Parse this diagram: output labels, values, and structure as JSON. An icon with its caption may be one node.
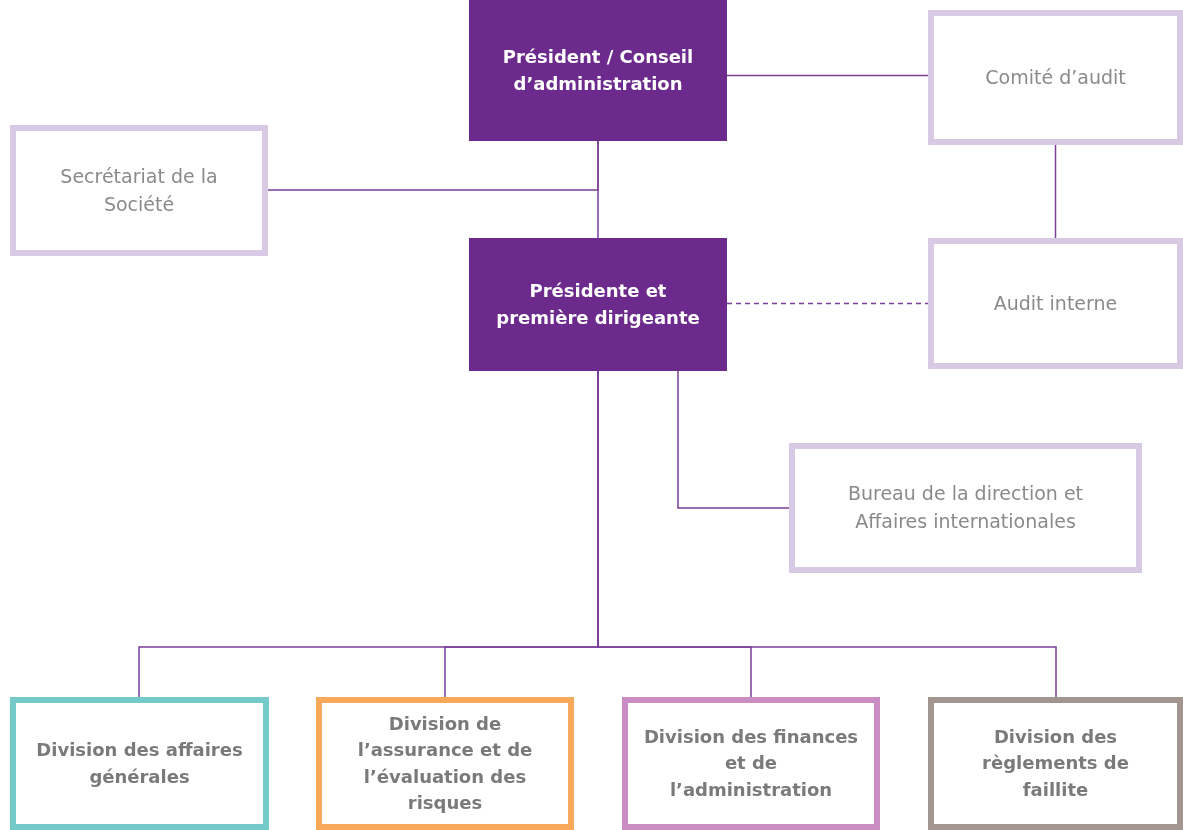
{
  "diagram": {
    "nodes": [
      {
        "text": [
          "Président / Conseil d’administration"
        ]
      },
      {
        "text": [
          "Comité d’audit"
        ]
      },
      {
        "text": [
          "Secrétariat de la Société"
        ]
      },
      {
        "text": [
          "Présidente et première dirigeante"
        ]
      },
      {
        "text": [
          "Audit interne"
        ]
      },
      {
        "text": [
          "Bureau de la direction et Affaires internationales"
        ]
      },
      {
        "text": [
          "Division des affaires générales"
        ]
      },
      {
        "text": [
          "Division de l’assurance et de l’évaluation des risques"
        ]
      },
      {
        "text": [
          "Division des finances et de l’administration"
        ]
      },
      {
        "text": [
          "Division des règlements de faillite"
        ]
      }
    ],
    "edges": [
      {
        "from": 0,
        "to": 1,
        "arrow": "none"
      },
      {
        "from": 0,
        "to": 3,
        "arrow": "none"
      },
      {
        "from": 0,
        "to": 2,
        "arrow": "none"
      },
      {
        "from": 1,
        "to": 4,
        "arrow": "none"
      },
      {
        "from": 3,
        "to": 4,
        "arrow": "none",
        "style": "dashed"
      },
      {
        "from": 3,
        "to": 5,
        "arrow": "none"
      },
      {
        "from": 3,
        "to": 6,
        "arrow": "none"
      },
      {
        "from": 3,
        "to": 7,
        "arrow": "none"
      },
      {
        "from": 3,
        "to": 8,
        "arrow": "none"
      },
      {
        "from": 3,
        "to": 9,
        "arrow": "none"
      }
    ]
  }
}
